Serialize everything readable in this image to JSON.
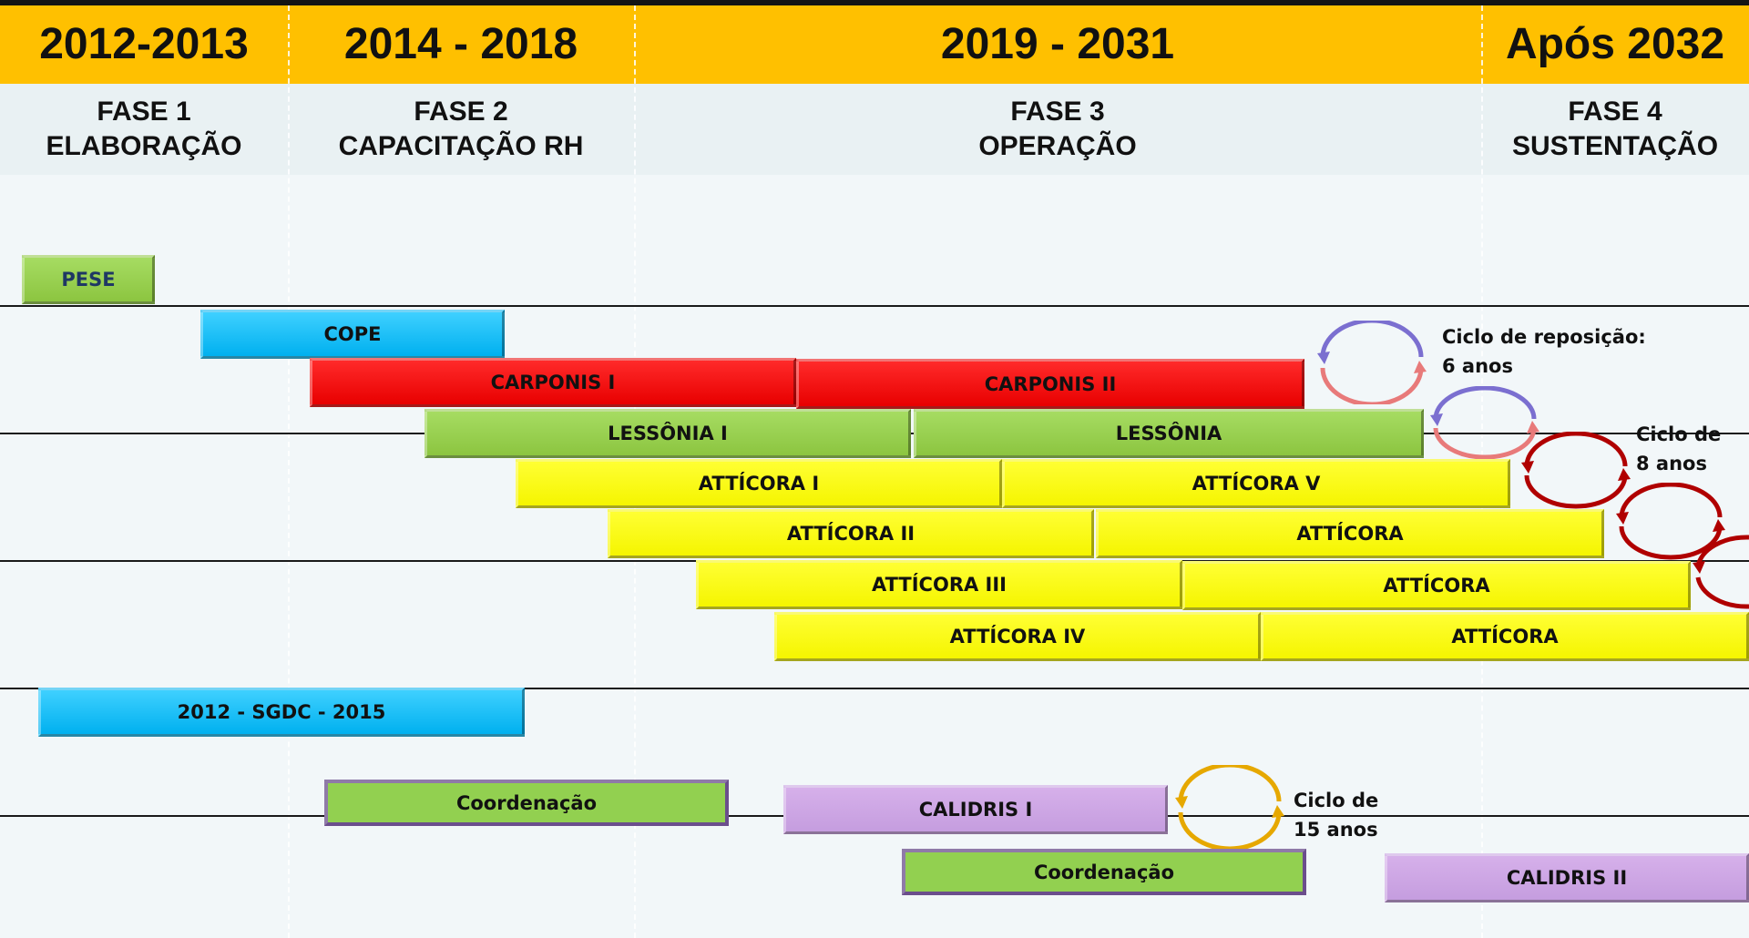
{
  "header": {
    "years": [
      "2012-2013",
      "2014 - 2018",
      "2019 - 2031",
      "Após 2032"
    ],
    "phases": [
      {
        "line1": "FASE 1",
        "line2": "ELABORAÇÃO"
      },
      {
        "line1": "FASE 2",
        "line2": "CAPACITAÇÃO RH"
      },
      {
        "line1": "FASE 3",
        "line2": "OPERAÇÃO"
      },
      {
        "line1": "FASE 4",
        "line2": "SUSTENTAÇÃO"
      }
    ]
  },
  "bars": {
    "pese": "PESE",
    "cope": "COPE",
    "carponis_1": "CARPONIS I",
    "carponis_2": "CARPONIS II",
    "lessonia_1": "LESSÔNIA I",
    "lessonia_2": "LESSÔNIA",
    "atticora_1": "ATTÍCORA I",
    "atticora_5": "ATTÍCORA V",
    "atticora_2": "ATTÍCORA II",
    "atticora_2b": "ATTÍCORA",
    "atticora_3": "ATTÍCORA III",
    "atticora_3b": "ATTÍCORA",
    "atticora_4": "ATTÍCORA IV",
    "atticora_4b": "ATTÍCORA",
    "sgdc": "2012 - SGDC - 2015",
    "coordenacao_1": "Coordenação",
    "calidris_1": "CALIDRIS I",
    "coordenacao_2": "Coordenação",
    "calidris_2": "CALIDRIS II"
  },
  "notes": {
    "cycle_6": {
      "line1": "Ciclo de reposição:",
      "line2": "6 anos"
    },
    "cycle_8": {
      "line1": "Ciclo de",
      "line2": "8 anos"
    },
    "cycle_15": {
      "line1": "Ciclo de",
      "line2": "15 anos"
    }
  },
  "colors": {
    "year_band": "#ffc000",
    "green": "#92d050",
    "blue": "#00b0f0",
    "red": "#ff0000",
    "yellow": "#ffff00",
    "purple": "#c9a0dc",
    "cycle_blue_red": "#7b6fd0",
    "cycle_dark_red": "#b00000",
    "cycle_gold": "#e6a800"
  }
}
